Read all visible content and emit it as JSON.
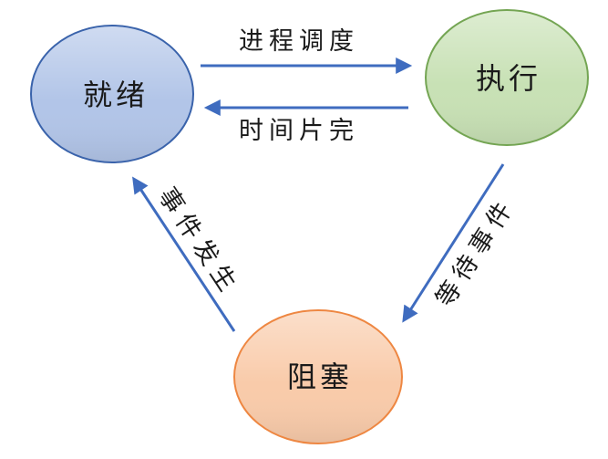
{
  "diagram": {
    "kind": "process-state-transition-diagram",
    "background": "#ffffff",
    "arrow_color": "#3f6cbf",
    "text_color": "#1a1a1a",
    "nodes": [
      {
        "id": "ready",
        "label": "就绪",
        "fill": "#b2c5e8",
        "border": "#3a63ab"
      },
      {
        "id": "running",
        "label": "执行",
        "fill": "#c8e1b5",
        "border": "#74a553"
      },
      {
        "id": "blocked",
        "label": "阻塞",
        "fill": "#f9cbaa",
        "border": "#ee8742"
      }
    ],
    "edges": [
      {
        "id": "dispatch",
        "label": "进程调度",
        "from": "ready",
        "to": "running"
      },
      {
        "id": "timeslice-up",
        "label": "时间片完",
        "from": "running",
        "to": "ready"
      },
      {
        "id": "wait-event",
        "label": "等待事件",
        "from": "running",
        "to": "blocked"
      },
      {
        "id": "event-occurs",
        "label": "事件发生",
        "from": "blocked",
        "to": "ready"
      }
    ]
  }
}
